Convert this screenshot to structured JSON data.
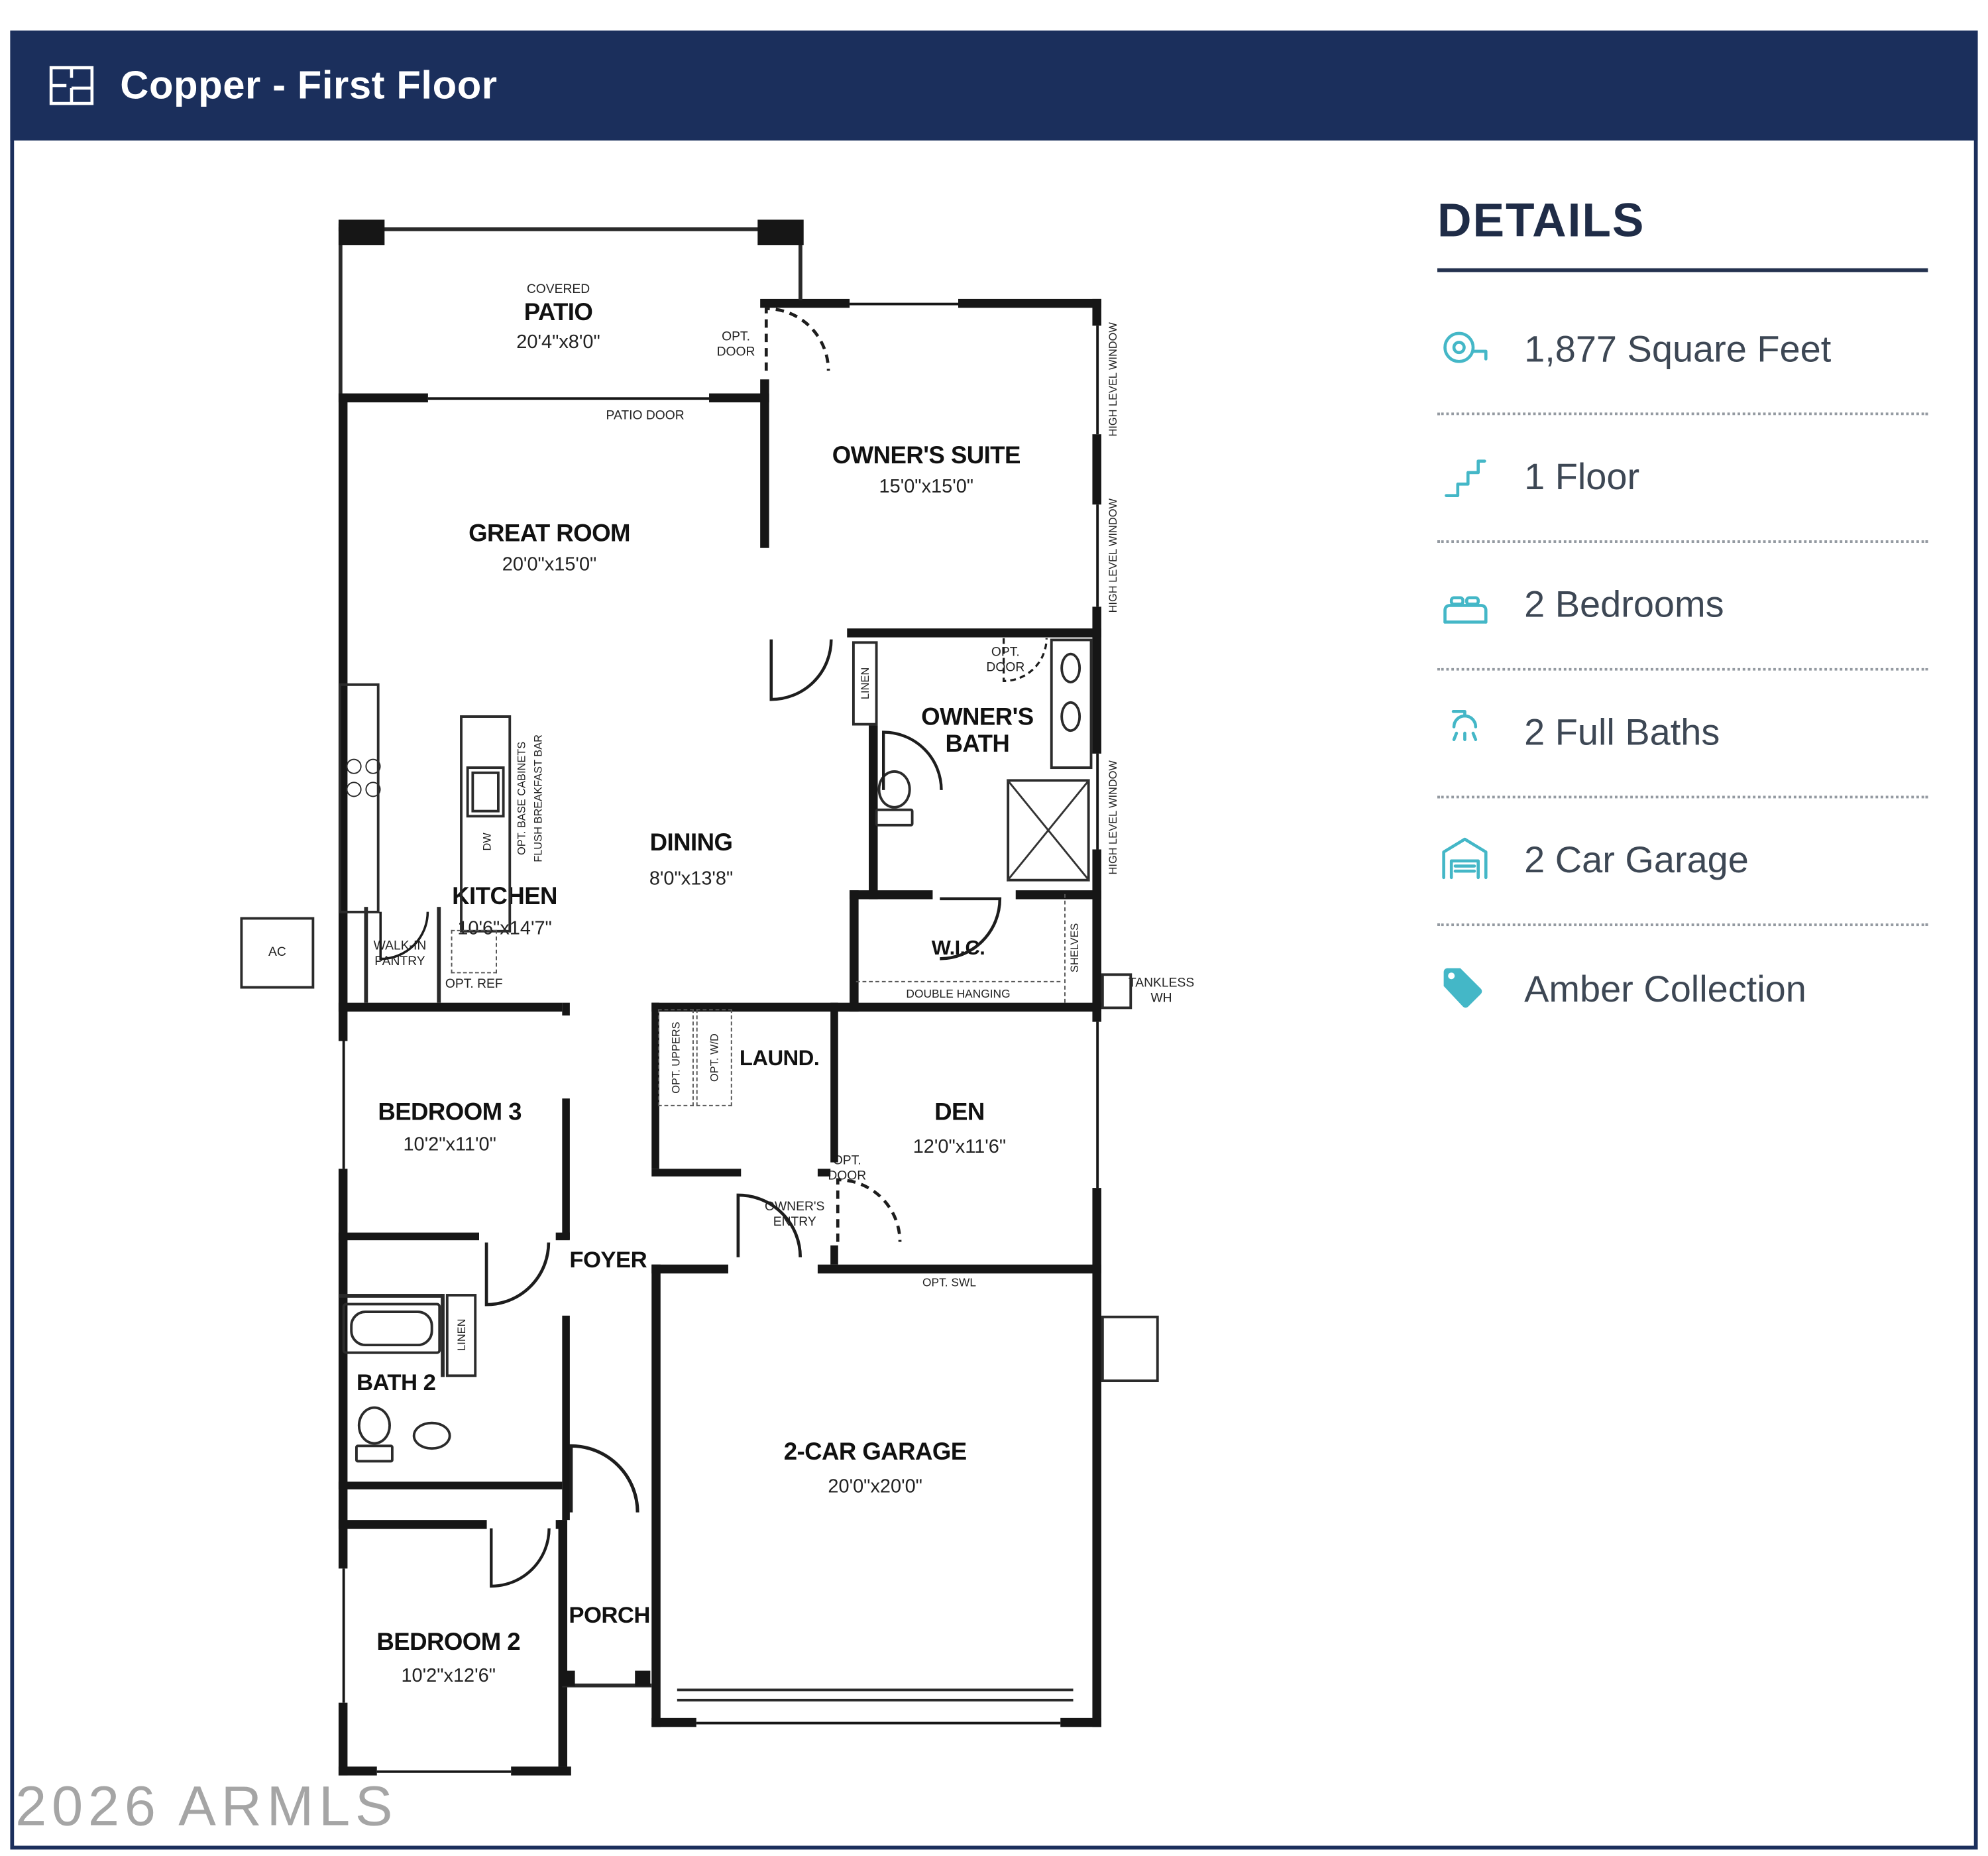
{
  "header": {
    "title": "Copper - First Floor"
  },
  "details": {
    "title": "DETAILS",
    "items": [
      {
        "icon": "square-feet-icon",
        "label": "1,877 Square Feet"
      },
      {
        "icon": "floors-icon",
        "label": "1 Floor"
      },
      {
        "icon": "bedrooms-icon",
        "label": "2 Bedrooms"
      },
      {
        "icon": "baths-icon",
        "label": "2 Full Baths"
      },
      {
        "icon": "garage-icon",
        "label": "2 Car Garage"
      },
      {
        "icon": "tag-icon",
        "label": "Amber Collection"
      }
    ]
  },
  "floorplan": {
    "rooms": {
      "patio": {
        "tag": "COVERED",
        "name": "PATIO",
        "dims": "20'4\"x8'0\""
      },
      "great_room": {
        "name": "GREAT ROOM",
        "dims": "20'0\"x15'0\""
      },
      "owners_suite": {
        "name": "OWNER'S SUITE",
        "dims": "15'0\"x15'0\""
      },
      "owners_bath": {
        "name": "OWNER'S BATH"
      },
      "kitchen": {
        "name": "KITCHEN",
        "dims": "10'6\"x14'7\""
      },
      "dining": {
        "name": "DINING",
        "dims": "8'0\"x13'8\""
      },
      "wic": {
        "name": "W.I.C."
      },
      "bedroom3": {
        "name": "BEDROOM 3",
        "dims": "10'2\"x11'0\""
      },
      "laundry": {
        "name": "LAUND."
      },
      "den": {
        "name": "DEN",
        "dims": "12'0\"x11'6\""
      },
      "foyer": {
        "name": "FOYER"
      },
      "bath2": {
        "name": "BATH 2"
      },
      "garage": {
        "name": "2-CAR GARAGE",
        "dims": "20'0\"x20'0\""
      },
      "bedroom2": {
        "name": "BEDROOM 2",
        "dims": "10'2\"x12'6\""
      },
      "porch": {
        "name": "PORCH"
      }
    },
    "labels": {
      "opt_door": "OPT. DOOR",
      "patio_door": "PATIO DOOR",
      "high_level_window": "HIGH LEVEL WINDOW",
      "linen": "LINEN",
      "shelves": "SHELVES",
      "opt_base_cabinets": "OPT. BASE CABINETS",
      "flush_breakfast_bar": "FLUSH BREAKFAST BAR",
      "dw": "DW",
      "walk_in_pantry": "WALK-IN PANTRY",
      "opt_ref": "OPT. REF",
      "ac": "AC",
      "double_hanging": "DOUBLE HANGING",
      "tankless_wh": "TANKLESS WH",
      "opt_uppers": "OPT. UPPERS",
      "opt_wd": "OPT. W/D",
      "owners_entry": "OWNER'S ENTRY",
      "opt_swl": "OPT. SWL"
    }
  },
  "watermark": "2026 ARMLS",
  "colors": {
    "header_bg": "#1b2f5c",
    "accent_teal": "#44b7c7",
    "text_gray": "#3d4754"
  }
}
